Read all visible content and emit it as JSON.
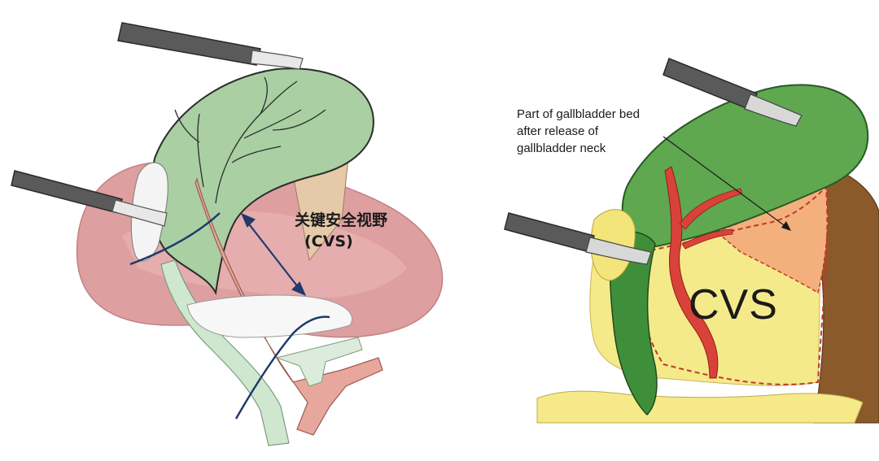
{
  "left": {
    "label_cn": "关键安全视野",
    "label_cn_sub": "(CVS)"
  },
  "right": {
    "annotation_lines": [
      "Part of gallbladder bed",
      "after release of",
      "gallbladder neck"
    ],
    "cvs_label": "CVS"
  },
  "colors": {
    "gallbladder": "#a9cfa3",
    "liver": "#d98f90",
    "artery": "#e8a79d",
    "duct": "#cfe6cf",
    "arrow": "#1f3a6b",
    "dark_green": "#3f8f3a",
    "yellow_fat": "#f5e98a",
    "bed_orange": "#f3b07d",
    "liver_brown": "#8a5a2b",
    "red_artery": "#d9423a"
  }
}
